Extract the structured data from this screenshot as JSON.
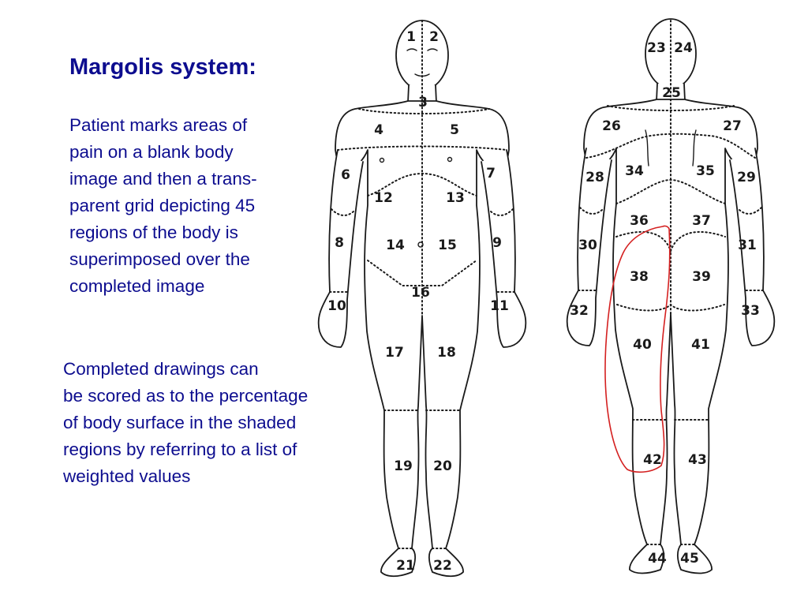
{
  "colors": {
    "text": "#0d0d8f",
    "outline": "#1a1a1a",
    "pain_marking": "#d42020"
  },
  "heading": "Margolis system:",
  "paragraph1": [
    "Patient marks areas of",
    "pain on a blank body",
    "image and then a trans-",
    "parent grid depicting 45",
    "regions of the body is",
    "superimposed over the",
    "completed image"
  ],
  "paragraph2": [
    "Completed drawings can",
    "be scored as to the percentage",
    "of body surface in the shaded",
    "regions by referring to a list of",
    "weighted values"
  ],
  "front_regions": [
    "1",
    "2",
    "3",
    "4",
    "5",
    "6",
    "7",
    "12",
    "13",
    "8",
    "14",
    "15",
    "9",
    "16",
    "10",
    "11",
    "17",
    "18",
    "19",
    "20",
    "21",
    "22"
  ],
  "back_regions": [
    "23",
    "24",
    "25",
    "26",
    "27",
    "28",
    "34",
    "35",
    "29",
    "36",
    "37",
    "30",
    "31",
    "38",
    "39",
    "32",
    "33",
    "40",
    "41",
    "42",
    "43",
    "44",
    "45"
  ]
}
